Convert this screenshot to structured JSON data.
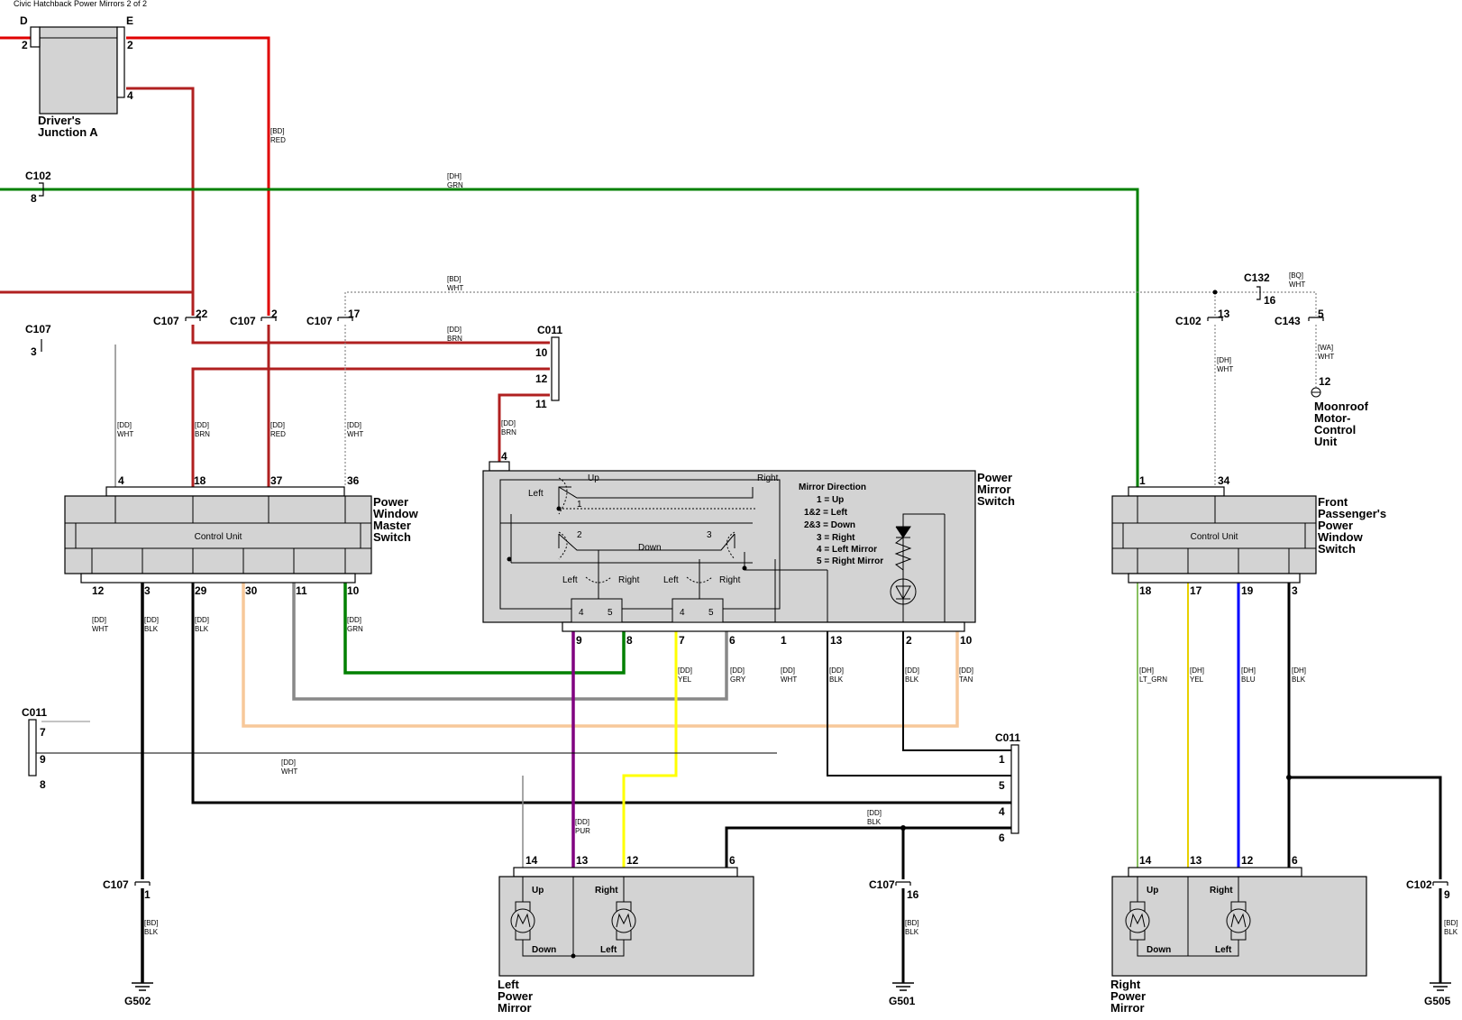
{
  "title": "Civic Hatchback Power Mirrors 2 of 2",
  "colors": {
    "RED": "#e00000",
    "BRN": "#b02020",
    "GRN": "#008000",
    "WHT": "#888888",
    "BLK": "#000000",
    "TAN": "#f7c89a",
    "GRY": "#888888",
    "PUR": "#800080",
    "YEL": "#ffff00",
    "BLU": "#0000ff",
    "LT_GRN": "#88c060"
  },
  "connectors": {
    "c102": "C102",
    "c107": "C107",
    "c011": "C011",
    "c132": "C132",
    "c143": "C143"
  },
  "components": {
    "drivers_junction": "Driver's Junction A",
    "djb_pin_d": "D",
    "djb_pin_e": "E",
    "pwms": "Power Window Master Switch",
    "pms": "Power Mirror Switch",
    "fppws": "Front Passenger's Power Window Switch",
    "lpm": "Left Power Mirror",
    "rpm": "Right Power Mirror",
    "moonroof": "Moonroof Motor-Control Unit",
    "control_unit": "Control Unit"
  },
  "grounds": [
    "G502",
    "G501",
    "G505"
  ],
  "mirror_direction": {
    "heading": "Mirror Direction",
    "lines": [
      "1 = Up",
      "1&2 = Left",
      "2&3 = Down",
      "3 = Right",
      "4 = Left Mirror",
      "5 = Right Mirror"
    ]
  },
  "switch_labels": {
    "up": "Up",
    "down": "Down",
    "left": "Left",
    "right": "Right"
  },
  "wire_codes": {
    "BD": "[BD]",
    "DH": "[DH]",
    "DD": "[DD]",
    "BQ": "[BQ]",
    "WA": "[WA]",
    "RED": "RED",
    "GRN": "GRN",
    "WHT": "WHT",
    "BRN": "BRN",
    "BLK": "BLK",
    "TAN": "TAN",
    "GRY": "GRY",
    "YEL": "YEL",
    "PUR": "PUR",
    "BLU": "BLU",
    "LT_GRN": "LT_GRN"
  },
  "pins": {
    "p1": "1",
    "p2": "2",
    "p3": "3",
    "p4": "4",
    "p5": "5",
    "p6": "6",
    "p7": "7",
    "p8": "8",
    "p9": "9",
    "p10": "10",
    "p11": "11",
    "p12": "12",
    "p13": "13",
    "p14": "14",
    "p16": "16",
    "p17": "17",
    "p18": "18",
    "p19": "19",
    "p22": "22",
    "p29": "29",
    "p30": "30",
    "p34": "34",
    "p36": "36",
    "p37": "37"
  }
}
